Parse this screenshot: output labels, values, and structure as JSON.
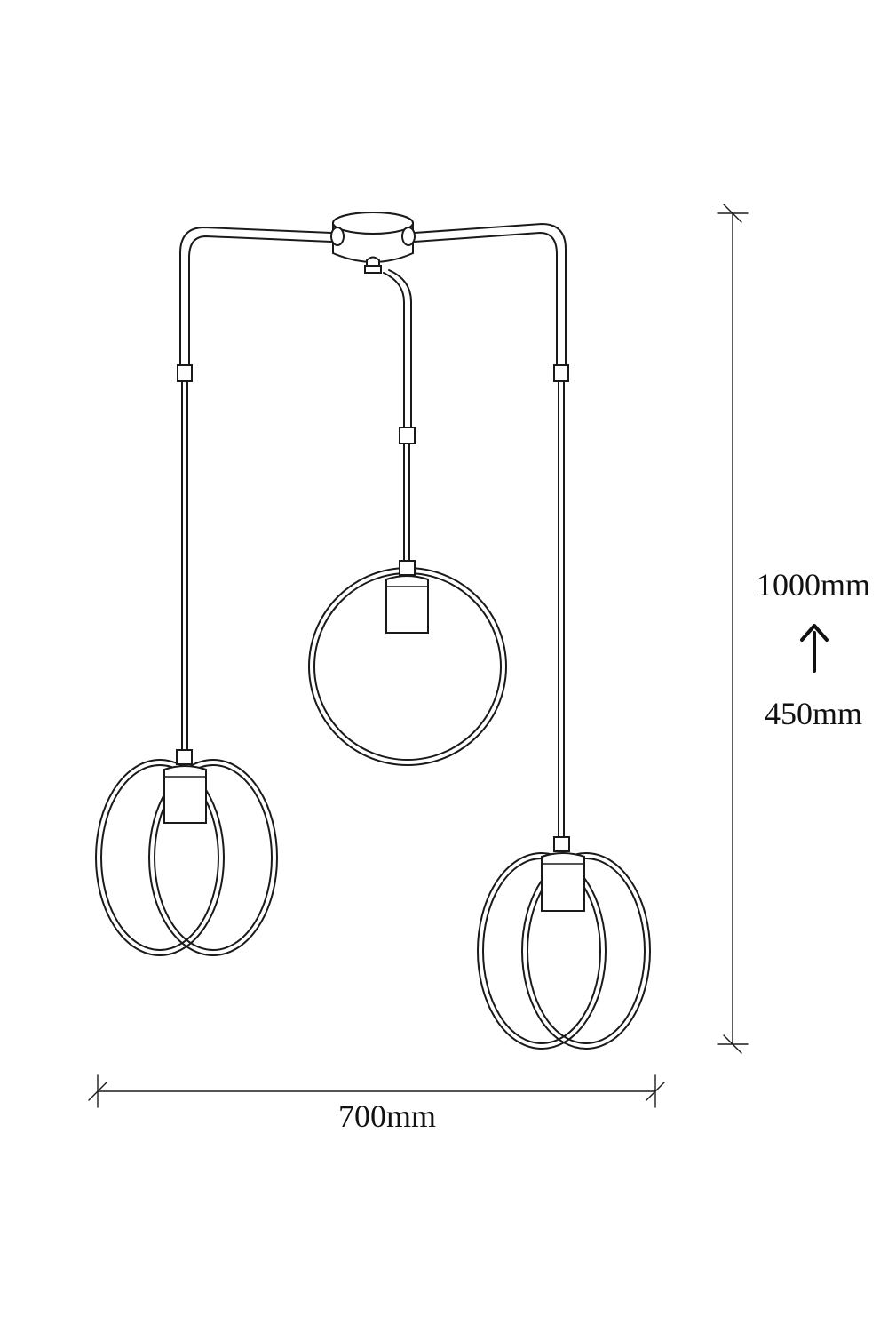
{
  "dimensions": {
    "width_label": "700mm",
    "height_max_label": "1000mm",
    "height_min_label": "450mm"
  },
  "icons": {
    "height_adjust": "arrow-up-icon"
  },
  "colors": {
    "line": "#1a1a1a",
    "background": "#ffffff"
  }
}
